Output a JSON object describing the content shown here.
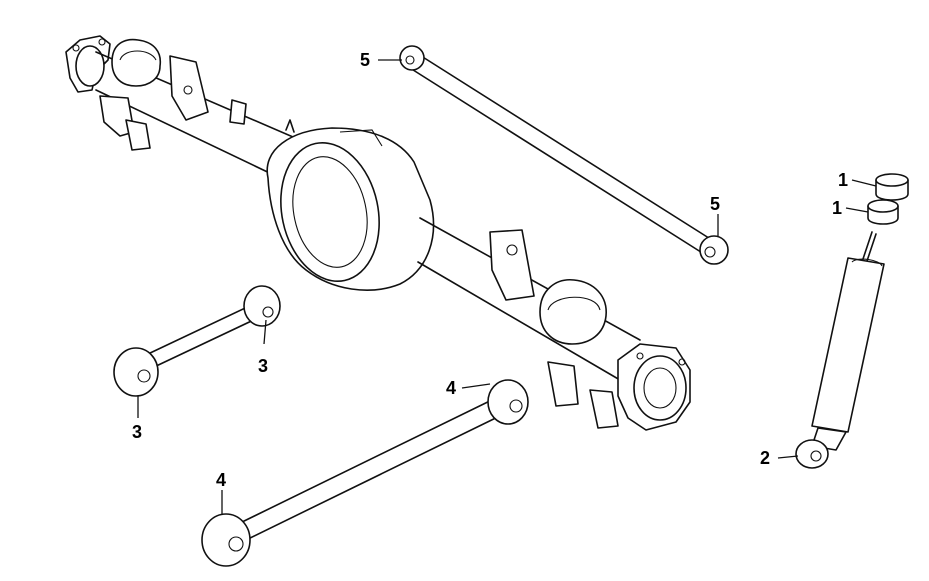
{
  "callouts": [
    {
      "id": "1a",
      "label": "1"
    },
    {
      "id": "1b",
      "label": "1"
    },
    {
      "id": "2",
      "label": "2"
    },
    {
      "id": "3a",
      "label": "3"
    },
    {
      "id": "3b",
      "label": "3"
    },
    {
      "id": "4a",
      "label": "4"
    },
    {
      "id": "4b",
      "label": "4"
    },
    {
      "id": "5a",
      "label": "5"
    },
    {
      "id": "5b",
      "label": "5"
    }
  ]
}
